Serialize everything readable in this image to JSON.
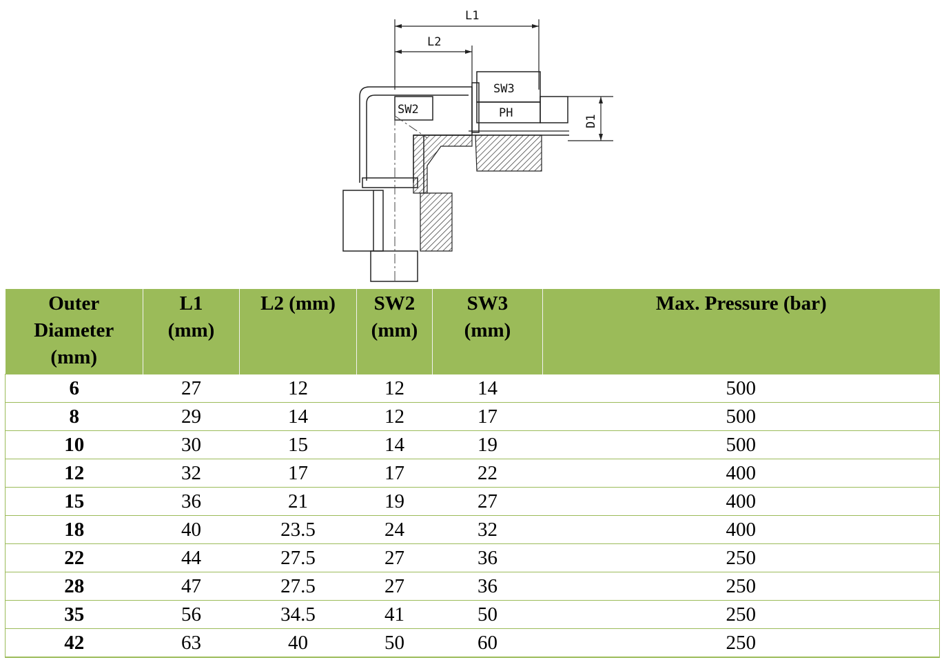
{
  "drawing": {
    "labels": {
      "l1": "L1",
      "l2": "L2",
      "sw2": "SW2",
      "sw3": "SW3",
      "ph": "PH",
      "d1": "D1"
    }
  },
  "table": {
    "headers": [
      [
        "Outer",
        "Diameter",
        "(mm)"
      ],
      [
        "L1",
        "(mm)"
      ],
      [
        "L2 (mm)"
      ],
      [
        "SW2",
        "(mm)"
      ],
      [
        "SW3",
        "(mm)"
      ],
      [
        "Max. Pressure (bar)"
      ]
    ],
    "rows": [
      [
        "6",
        "27",
        "12",
        "12",
        "14",
        "500"
      ],
      [
        "8",
        "29",
        "14",
        "12",
        "17",
        "500"
      ],
      [
        "10",
        "30",
        "15",
        "14",
        "19",
        "500"
      ],
      [
        "12",
        "32",
        "17",
        "17",
        "22",
        "400"
      ],
      [
        "15",
        "36",
        "21",
        "19",
        "27",
        "400"
      ],
      [
        "18",
        "40",
        "23.5",
        "24",
        "32",
        "400"
      ],
      [
        "22",
        "44",
        "27.5",
        "27",
        "36",
        "250"
      ],
      [
        "28",
        "47",
        "27.5",
        "27",
        "36",
        "250"
      ],
      [
        "35",
        "56",
        "34.5",
        "41",
        "50",
        "250"
      ],
      [
        "42",
        "63",
        "40",
        "50",
        "60",
        "250"
      ]
    ]
  },
  "colors": {
    "header_bg": "#9bbb59",
    "border": "#9bbb59"
  }
}
